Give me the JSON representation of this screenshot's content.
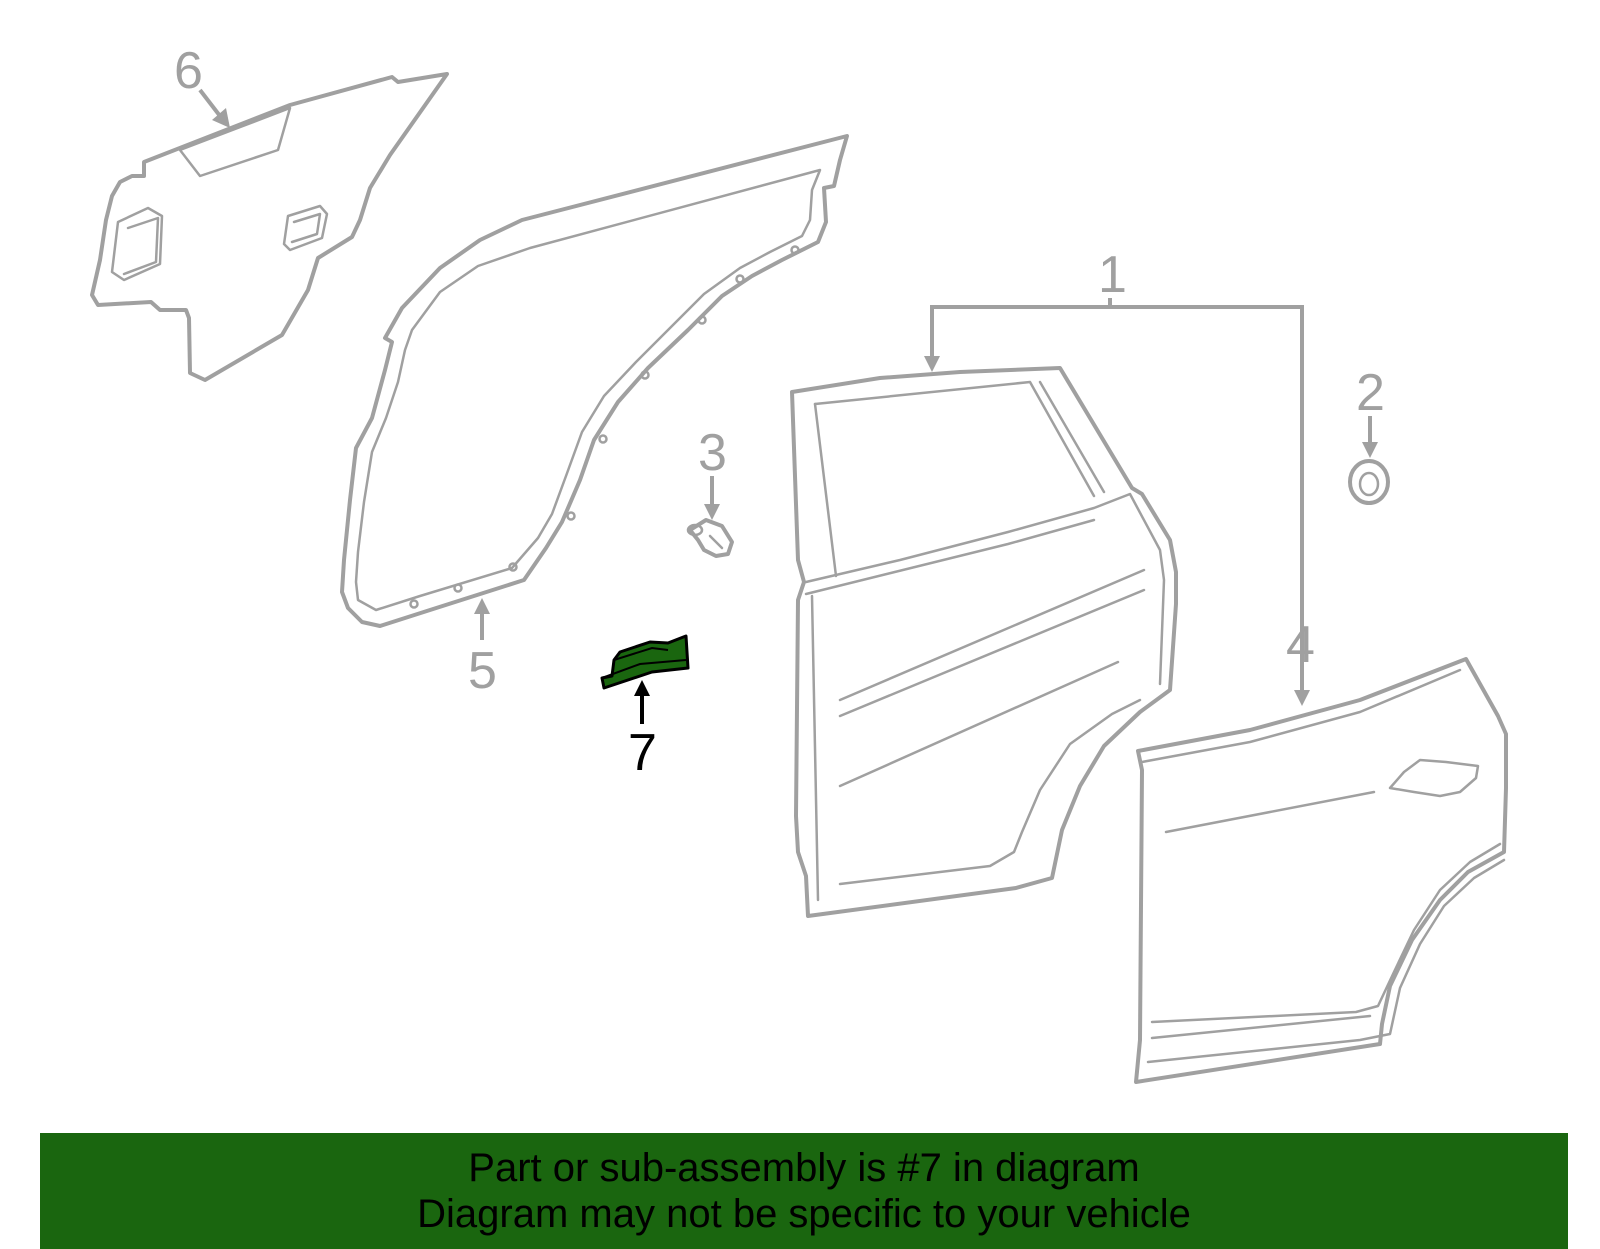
{
  "diagram": {
    "callouts": {
      "c1": "1",
      "c2": "2",
      "c3": "3",
      "c4": "4",
      "c5": "5",
      "c6": "6",
      "c7": "7"
    },
    "highlighted_part": "7",
    "colors": {
      "line_art": "#a0a0a0",
      "highlight_fill": "#1a660f",
      "highlight_callout": "#000000"
    }
  },
  "banner": {
    "line1": "Part or sub-assembly is #7 in diagram",
    "line2": "Diagram may not be specific to your vehicle",
    "background": "#1a660f"
  }
}
